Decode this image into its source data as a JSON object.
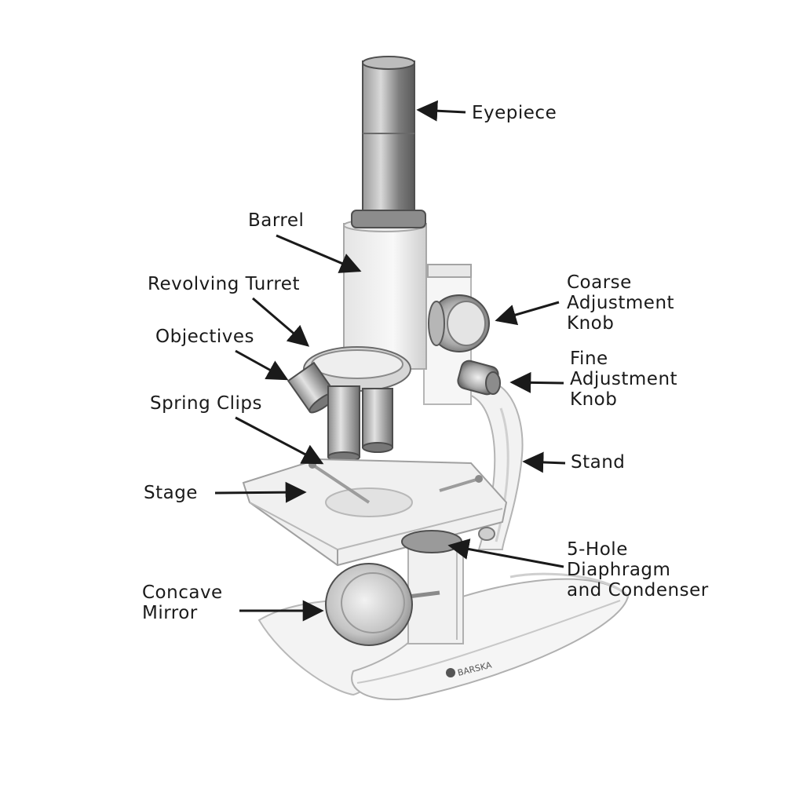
{
  "labels": {
    "eyepiece": "Eyepiece",
    "barrel": "Barrel",
    "revolving_turret": "Revolving Turret",
    "objectives": "Objectives",
    "spring_clips": "Spring Clips",
    "stage": "Stage",
    "concave_mirror": [
      "Concave",
      "Mirror"
    ],
    "coarse_adjustment_knob": [
      "Coarse",
      "Adjustment",
      "Knob"
    ],
    "fine_adjustment_knob": [
      "Fine",
      "Adjustment",
      "Knob"
    ],
    "stand": "Stand",
    "diaphragm_condenser": [
      "5-Hole",
      "Diaphragm",
      "and Condenser"
    ]
  },
  "brand_text": "BARSKA",
  "colors": {
    "ink": "#1a1a1a",
    "metal_dark": "#6f6f6f",
    "metal_light": "#d8d8d8",
    "body": "#f4f4f4"
  }
}
